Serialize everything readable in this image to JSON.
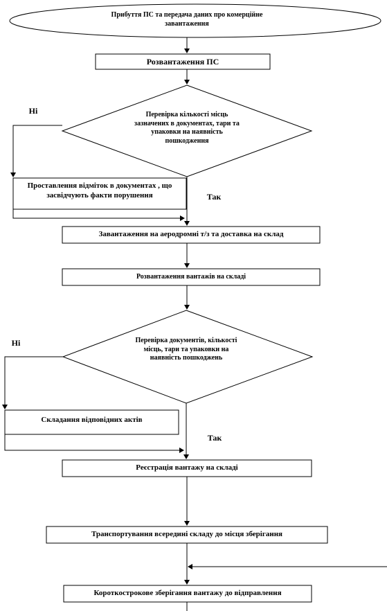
{
  "flow": {
    "start": "Прибуття ПС та передача даних про комерційне завантаження",
    "unload_aircraft": "Розвантаження ПС",
    "check_docs_1": "Перевірка кількості місць зазначених в документах, тари та упаковки на наявність пошкодження",
    "mark_docs": "Проставлення відміток в документах , що засвідчують факти порушення",
    "load_transport": "Завантаження на аеродромні т/з та доставка на склад",
    "unload_cargo": "Розвантаження вантажів на складі",
    "check_docs_2": "Перевірка документів, кількості місць, тари та упаковки на наявність пошкоджень",
    "compose_acts": "Складання відповідних актів",
    "register_cargo": "Реєстрація вантажу на складі",
    "transport_inside": "Транспортування всередині складу до місця зберігання",
    "short_storage": "Короткострокове зберігання вантажу до відправлення"
  },
  "branches": {
    "no_1": "Ні",
    "yes_1": "Так",
    "no_2": "Ні",
    "yes_2": "Так"
  }
}
